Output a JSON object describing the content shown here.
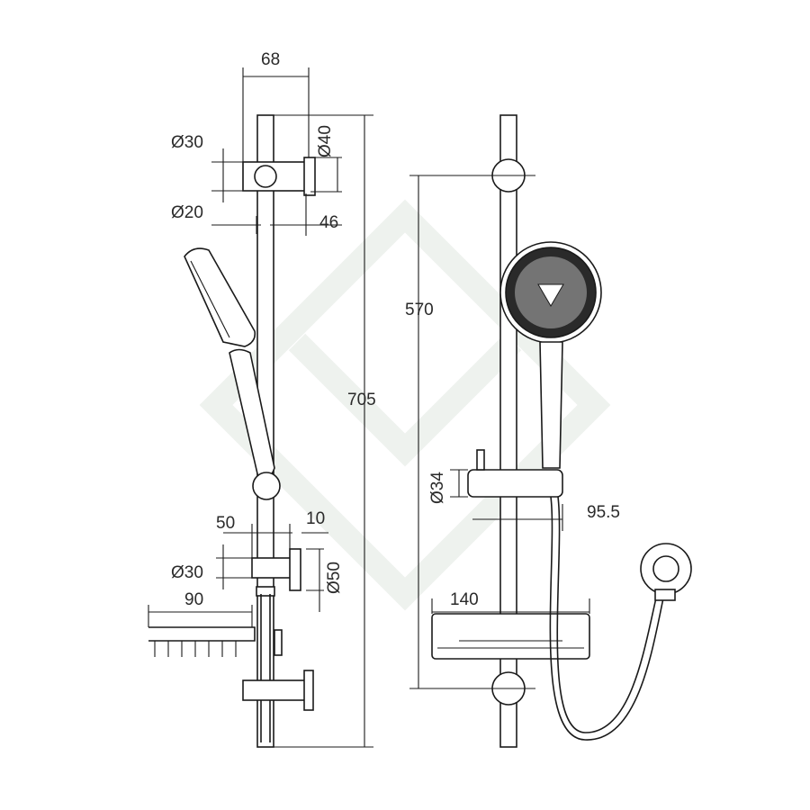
{
  "title": "Shower rail set dimension drawing",
  "colors": {
    "line": "#1a1a1a",
    "text": "#2a2a2a",
    "background": "#ffffff",
    "watermark": "#eef2ee"
  },
  "side_view": {
    "width_68": "68",
    "dia_30_top": "Ø30",
    "dia_40": "Ø40",
    "dia_20": "Ø20",
    "offset_46": "46",
    "height_705": "705",
    "offset_50": "50",
    "offset_10": "10",
    "dia_30_bottom": "Ø30",
    "dia_50": "Ø50",
    "dish_90": "90"
  },
  "front_view": {
    "bracket_570": "570",
    "dia_34": "Ø34",
    "reach_95_5": "95.5",
    "dish_140": "140"
  }
}
